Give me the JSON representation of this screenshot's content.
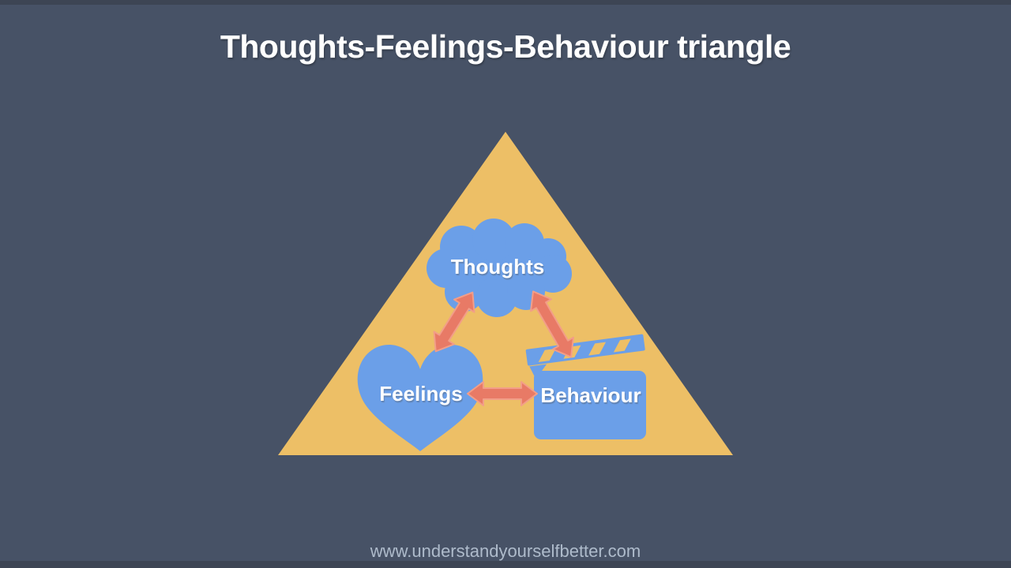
{
  "slide": {
    "title": "Thoughts-Feelings-Behaviour triangle",
    "footer_url": "www.understandyourselfbetter.com"
  },
  "diagram": {
    "type": "triangle-cycle",
    "nodes": [
      {
        "id": "thoughts",
        "label": "Thoughts",
        "icon": "thought-cloud-icon"
      },
      {
        "id": "feelings",
        "label": "Feelings",
        "icon": "heart-icon"
      },
      {
        "id": "behaviour",
        "label": "Behaviour",
        "icon": "clapperboard-icon"
      }
    ],
    "connections": [
      {
        "from": "thoughts",
        "to": "feelings",
        "bidirectional": true
      },
      {
        "from": "thoughts",
        "to": "behaviour",
        "bidirectional": true
      },
      {
        "from": "feelings",
        "to": "behaviour",
        "bidirectional": true
      }
    ],
    "colors": {
      "background": "#475266",
      "frame_strips": "#3D4554",
      "triangle": "#EDBF66",
      "node_blue": "#6B9FE8",
      "arrow": "#E87A66",
      "arrow_outline": "#F29E88",
      "title_text": "#FFFFFF",
      "node_label_text": "#FFFFFF",
      "footer_text": "#AEBBCB"
    }
  }
}
